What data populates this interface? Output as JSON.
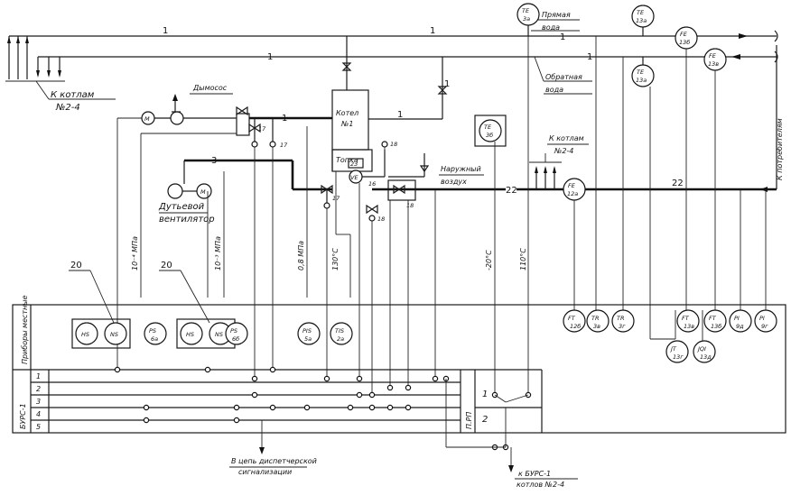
{
  "labels": {
    "to_boilers_top": "К котлам",
    "to_boilers_top_nums": "№2-4",
    "smoke_exhauster": "Дымосос",
    "boiler": "Котел",
    "boiler_num": "№1",
    "furnace": "Топка",
    "blower": "Дутьевой",
    "blower2": "вентилятор",
    "supply_water": "Прямая",
    "supply_water2": "вода",
    "return_water": "Обратная",
    "return_water2": "вода",
    "outdoor_air": "Наружный",
    "outdoor_air2": "воздух",
    "to_boilers_mid": "К котлам",
    "to_boilers_mid_nums": "№2-4",
    "to_consumers": "К потребителям",
    "local_instruments": "Приборы местные",
    "burs": "БУРС-1",
    "prp": "П.РП",
    "dispatch": "В цепь диспетчерской",
    "dispatch2": "сигнализации",
    "to_burs": "к БУРС-1",
    "to_burs2": "котлов №2-4"
  },
  "line_numbers": {
    "one": "1",
    "three": "3",
    "twentytwo": "22",
    "twenty": "20",
    "sixteen": "16",
    "seventeen": "17",
    "eighteen": "18",
    "twentythree": "23"
  },
  "settings": {
    "p1": "10⁻⁴ МПа",
    "p2": "10⁻³ МПа",
    "p3": "0,8 МПа",
    "t1": "130°C",
    "t2": "-20°C",
    "t3": "110°C"
  },
  "rows": [
    "1",
    "2",
    "3",
    "4",
    "5"
  ],
  "prp_rows": [
    "1",
    "2"
  ],
  "instruments": {
    "te3a": [
      "TE",
      "3а"
    ],
    "te13a_top": [
      "TE",
      "13а"
    ],
    "te13a": [
      "TE",
      "13а"
    ],
    "fe13b": [
      "FE",
      "13б"
    ],
    "fe13v": [
      "FE",
      "13в"
    ],
    "te3b": [
      "TE",
      "3б"
    ],
    "fe12a": [
      "FE",
      "12а"
    ],
    "ve": [
      "VE",
      ""
    ],
    "m1": [
      "M",
      ""
    ],
    "m2": [
      "M",
      ""
    ],
    "hs1": [
      "HS",
      ""
    ],
    "ns1": [
      "NS",
      ""
    ],
    "hs2": [
      "HS",
      ""
    ],
    "ns2": [
      "NS",
      ""
    ],
    "ps6a": [
      "PS",
      "6а"
    ],
    "ps6b": [
      "PS",
      "6б"
    ],
    "pis5a": [
      "PIS",
      "5а"
    ],
    "tis2a": [
      "TIS",
      "2а"
    ],
    "ft12b": [
      "FT",
      "12б"
    ],
    "tr3v": [
      "TR",
      "3в"
    ],
    "tr3g": [
      "TR",
      "3г"
    ],
    "ft13g": [
      "FT",
      "13в"
    ],
    "ft13d": [
      "FT",
      "13б"
    ],
    "pi9d": [
      "PI",
      "9д"
    ],
    "pi9g": [
      "PI",
      "9г"
    ],
    "jt13": [
      "JT",
      "13г"
    ],
    "jqi13": [
      "JQI",
      "13д"
    ]
  }
}
